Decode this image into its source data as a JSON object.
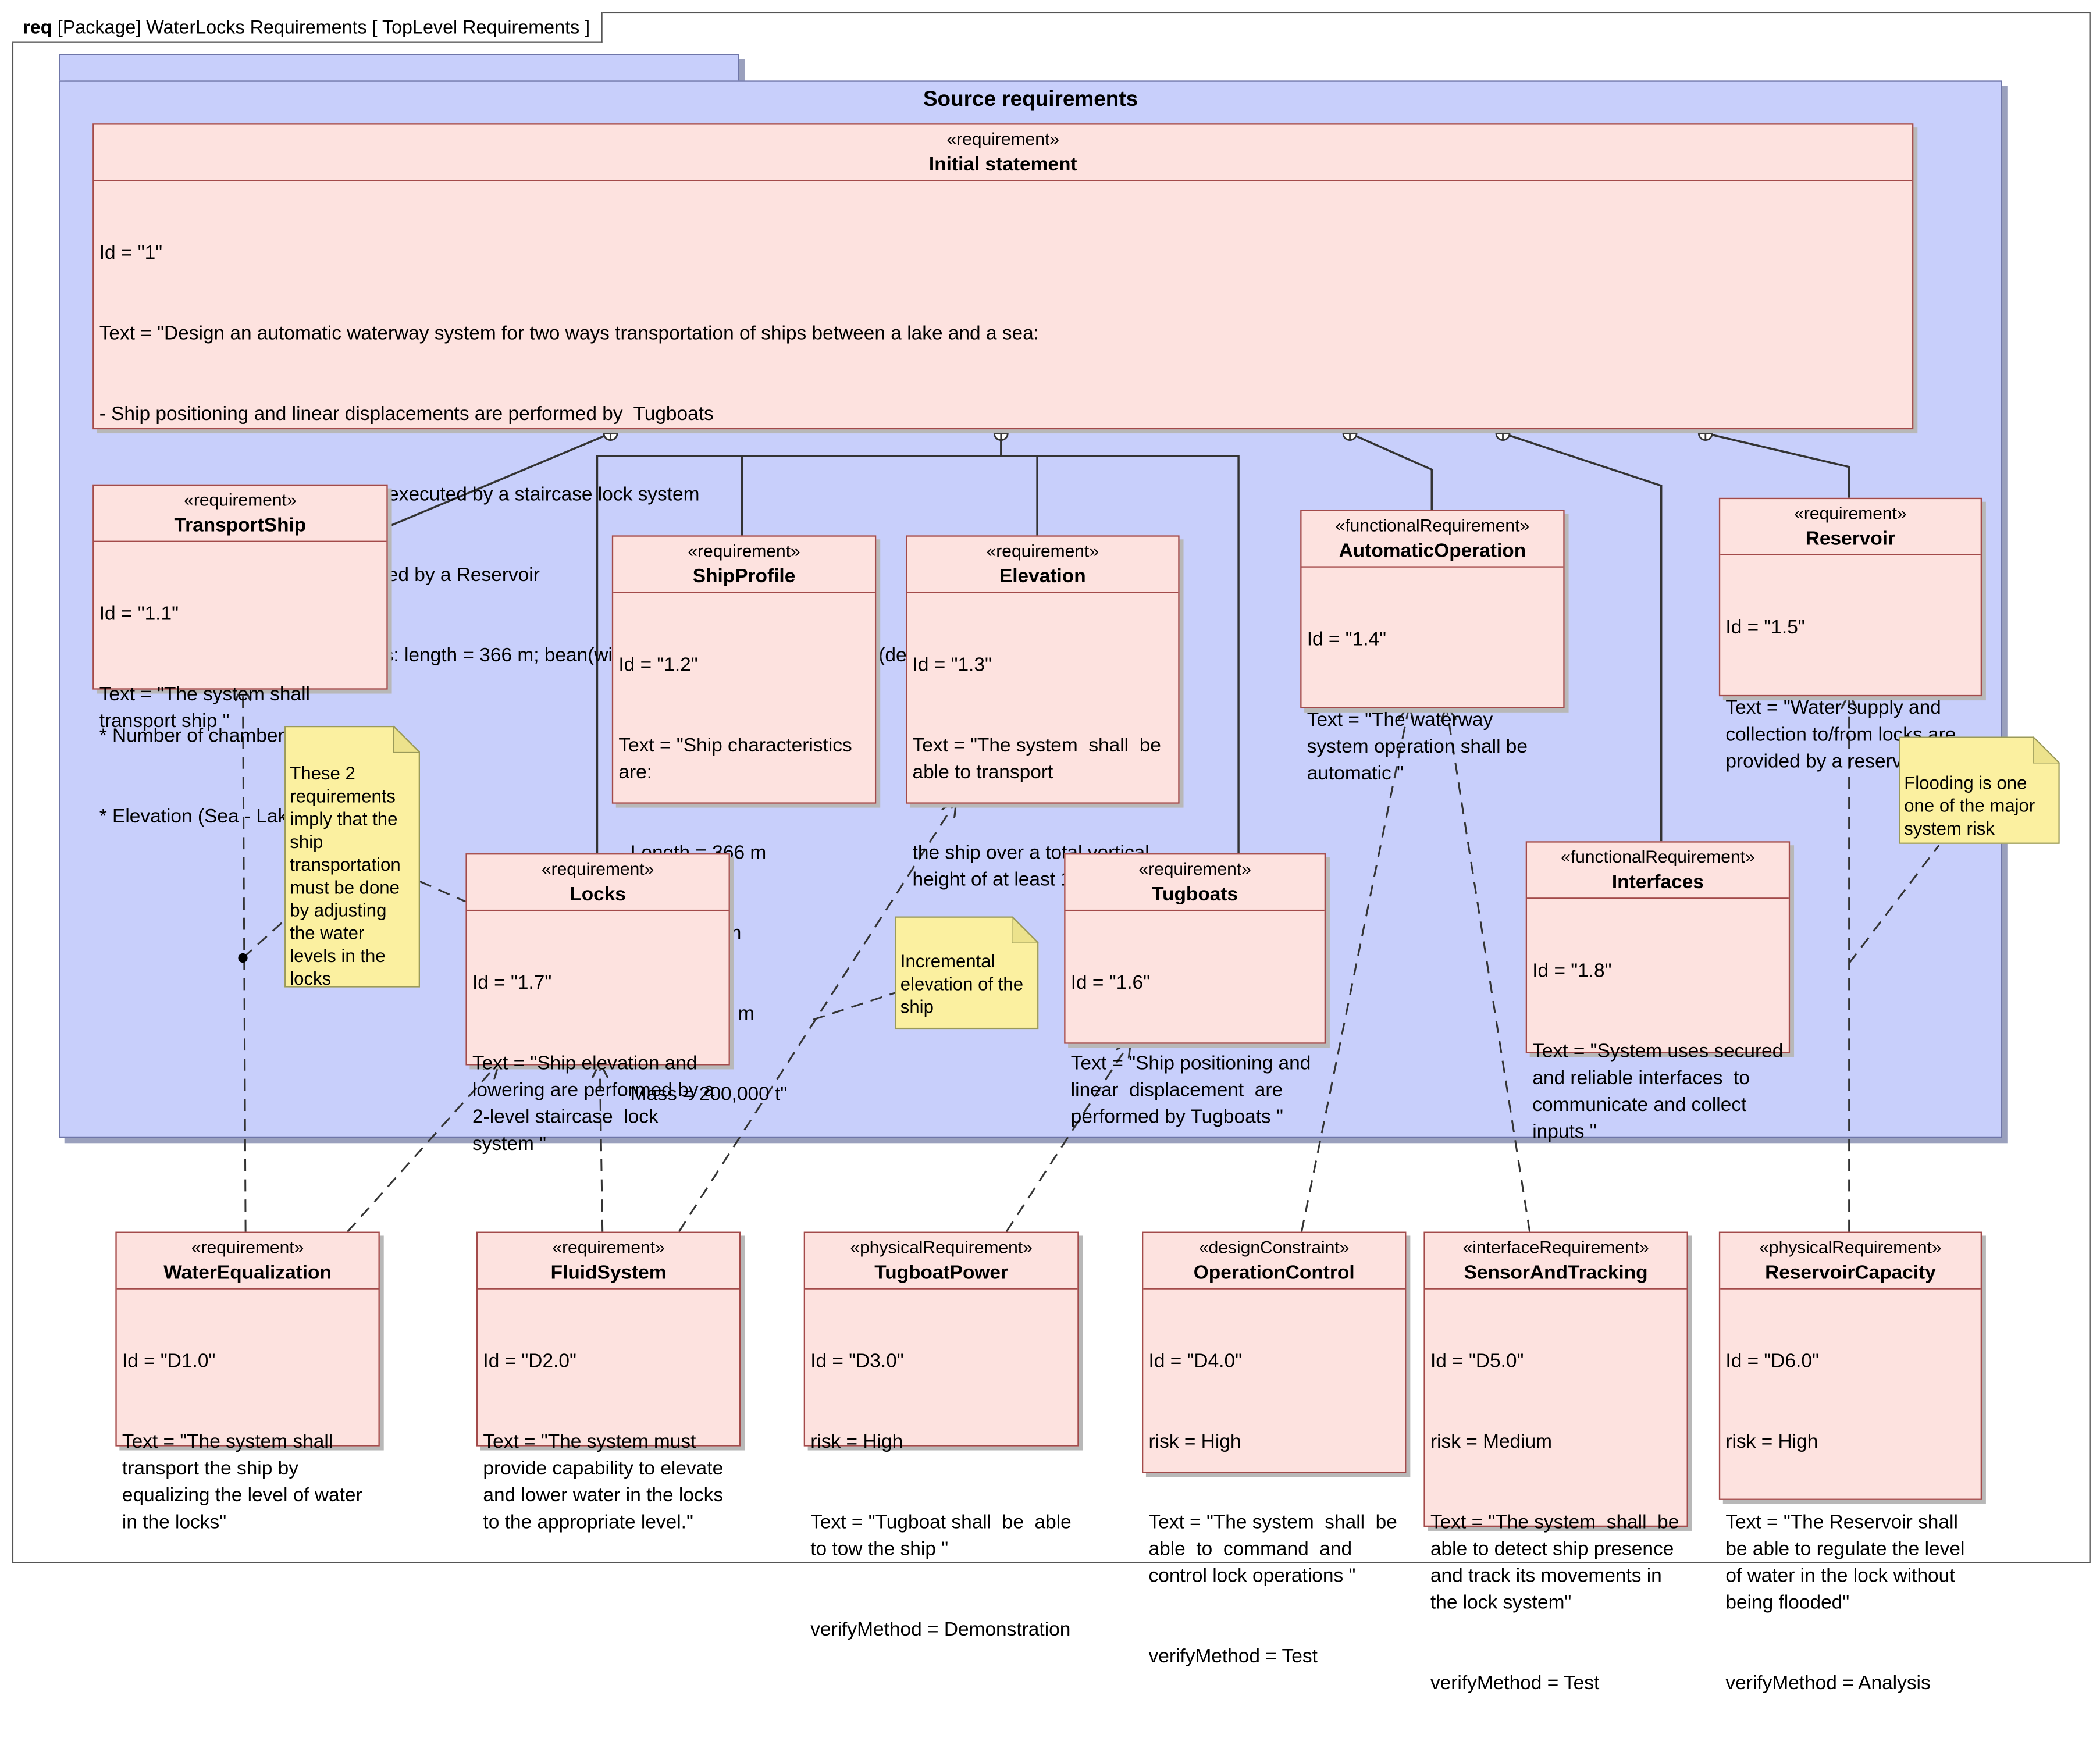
{
  "frame": {
    "keyword": "req",
    "label": "[Package] WaterLocks Requirements  [ TopLevel Requirements ]"
  },
  "package": {
    "title": "Source requirements"
  },
  "requirements": {
    "initial": {
      "stereotype": "«requirement»",
      "name": "Initial statement",
      "lines": [
        "Id = \"1\"",
        "Text = \"Design an automatic waterway system for two ways transportation of ships between a lake and a sea:",
        "- Ship positioning and linear displacements are performed by  Tugboats",
        "- Ship elevation and lowering are executed by a staircase lock system",
        "- Water supply to locks is performed by a Reservoir",
        "* Ship has the following properties: length = 366 m; bean(width)=49 m; draft=15.2 m; Mass(deadweight)=200,000 t",
        "* Number of chambers= 2",
        "* Elevation (Sea - Lake) = 10 m\""
      ]
    },
    "transport": {
      "stereotype": "«requirement»",
      "name": "TransportShip",
      "lines": [
        "Id = \"1.1\"",
        "Text = \"The system shall transport ship \""
      ]
    },
    "shipprofile": {
      "stereotype": "«requirement»",
      "name": "ShipProfile",
      "lines": [
        "Id = \"1.2\"",
        "Text = \"Ship characteristics are:",
        "- Length = 366 m",
        "- Bean = 49 m",
        "- Draft = 15.2 m",
        "- Mass = 200,000 t\""
      ]
    },
    "elevation": {
      "stereotype": "«requirement»",
      "name": "Elevation",
      "lines": [
        "Id = \"1.3\"",
        "Text = \"The system  shall  be able to transport",
        "the ship over a total vertical height of at least 10 meters.\""
      ]
    },
    "automatic": {
      "stereotype": "«functionalRequirement»",
      "name": "AutomaticOperation",
      "lines": [
        "Id = \"1.4\"",
        "Text = \"The waterway system operation shall be automatic \""
      ]
    },
    "reservoir": {
      "stereotype": "«requirement»",
      "name": "Reservoir",
      "lines": [
        "Id = \"1.5\"",
        "Text = \"Water supply and collection to/from locks are provided by a reservoir \""
      ]
    },
    "locks": {
      "stereotype": "«requirement»",
      "name": "Locks",
      "lines": [
        "Id = \"1.7\"",
        "Text = \"Ship elevation and lowering are performed by a 2-level staircase  lock system \""
      ]
    },
    "tugboats": {
      "stereotype": "«requirement»",
      "name": "Tugboats",
      "lines": [
        "Id = \"1.6\"",
        "Text = \"Ship positioning and linear  displacement  are performed by Tugboats \""
      ]
    },
    "interfaces": {
      "stereotype": "«functionalRequirement»",
      "name": "Interfaces",
      "lines": [
        "Id = \"1.8\"",
        "Text = \"System uses secured  and reliable interfaces  to  communicate and collect inputs \""
      ]
    },
    "waterequal": {
      "stereotype": "«requirement»",
      "name": "WaterEqualization",
      "lines": [
        "Id = \"D1.0\"",
        "Text = \"The system shall transport the ship by equalizing the level of water in the locks\""
      ]
    },
    "fluid": {
      "stereotype": "«requirement»",
      "name": "FluidSystem",
      "lines": [
        "Id = \"D2.0\"",
        "Text = \"The system must provide capability to elevate and lower water in the locks to the appropriate level.\""
      ]
    },
    "tugpower": {
      "stereotype": "«physicalRequirement»",
      "name": "TugboatPower",
      "lines": [
        "Id = \"D3.0\"",
        "risk = High",
        "Text = \"Tugboat shall  be  able to tow the ship \"",
        "verifyMethod = Demonstration"
      ]
    },
    "opcontrol": {
      "stereotype": "«designConstraint»",
      "name": "OperationControl",
      "lines": [
        "Id = \"D4.0\"",
        "risk = High",
        "Text = \"The system  shall  be able  to  command  and control lock operations \"",
        "verifyMethod = Test"
      ]
    },
    "sensor": {
      "stereotype": "«interfaceRequirement»",
      "name": "SensorAndTracking",
      "lines": [
        "Id = \"D5.0\"",
        "risk = Medium",
        "Text = \"The system  shall  be able to detect ship presence and track its movements in the lock system\"",
        "verifyMethod = Test"
      ]
    },
    "rescap": {
      "stereotype": "«physicalRequirement»",
      "name": "ReservoirCapacity",
      "lines": [
        "Id = \"D6.0\"",
        "risk = High",
        "Text = \"The Reservoir shall be able to regulate the level of water in the lock without being flooded\"",
        "verifyMethod = Analysis"
      ]
    }
  },
  "notes": {
    "adjust": "These 2 requirements imply that the ship transportation must be done by adjusting  the  water levels in the locks",
    "incremental": "Incremental elevation of the ship",
    "flooding": "Flooding is one one of the major system risk"
  },
  "colors": {
    "package": "#c8cffb",
    "requirement": "#fde2df",
    "note": "#fbf0a0",
    "border": "#a34a4a"
  }
}
